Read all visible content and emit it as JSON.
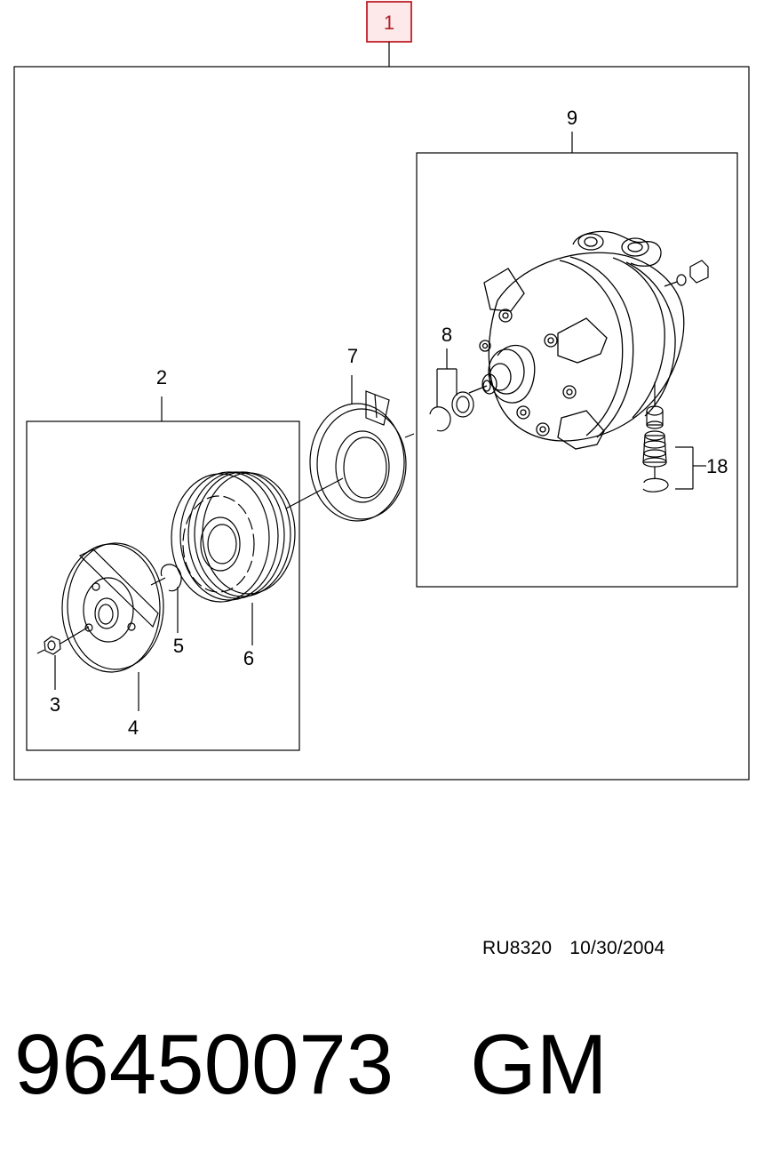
{
  "callouts": {
    "c1": "1",
    "c2": "2",
    "c3": "3",
    "c4": "4",
    "c5": "5",
    "c6": "6",
    "c7": "7",
    "c8": "8",
    "c9": "9",
    "c18": "18"
  },
  "reference": {
    "code": "RU8320",
    "date": "10/30/2004"
  },
  "part": {
    "number": "96450073",
    "brand": "GM"
  },
  "colors": {
    "highlight": "#c0202a",
    "highlight_fill": "#fde8ea",
    "line": "#000000"
  }
}
